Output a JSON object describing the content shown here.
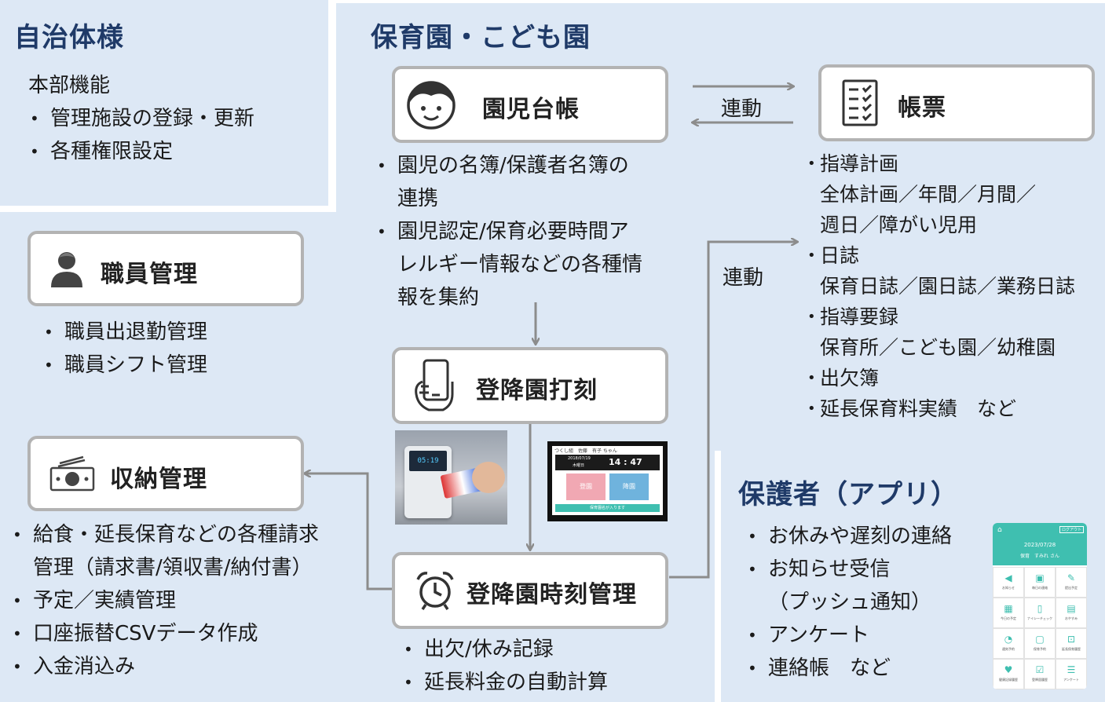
{
  "municipality": {
    "heading": "自治体様",
    "subheading": "本部機能",
    "items": [
      "管理施設の登録・更新",
      "各種権限設定"
    ]
  },
  "nursery": {
    "heading": "保育園・こども園"
  },
  "staff": {
    "title": "職員管理",
    "items": [
      "職員出退勤管理",
      "職員シフト管理"
    ]
  },
  "billing": {
    "title": "収納管理",
    "items": [
      {
        "lines": [
          "給食・延長保育などの各種請求",
          "管理（請求書/領収書/納付書）"
        ]
      },
      {
        "lines": [
          "予定／実績管理"
        ]
      },
      {
        "lines": [
          "口座振替CSVデータ作成"
        ]
      },
      {
        "lines": [
          "入金消込み"
        ]
      }
    ]
  },
  "roster": {
    "title": "園児台帳",
    "items": [
      {
        "lines": [
          "園児の名簿/保護者名簿の",
          "連携"
        ]
      },
      {
        "lines": [
          "園児認定/保育必要時間ア",
          "レルギー情報などの各種情",
          "報を集約"
        ]
      }
    ]
  },
  "checkin": {
    "title": "登降園打刻"
  },
  "time_mgmt": {
    "title": "登降園時刻管理",
    "items": [
      "出欠/休み記録",
      "延長料金の自動計算"
    ]
  },
  "forms": {
    "title": "帳票",
    "items": [
      {
        "head": "指導計画",
        "details": [
          "全体計画／年間／月間／",
          "週日／障がい児用"
        ]
      },
      {
        "head": "日誌",
        "details": [
          "保育日誌／園日誌／業務日誌"
        ]
      },
      {
        "head": "指導要録",
        "details": [
          "保育所／こども園／幼稚園"
        ]
      },
      {
        "head": "出欠簿",
        "details": []
      },
      {
        "head": "延長保育料実績　など",
        "details": []
      }
    ]
  },
  "links": {
    "roster_forms": "連動",
    "time_forms": "連動"
  },
  "tablet_screen": {
    "header": "つくし組　佐藤　有子 ちゃん",
    "date": "2018/07/19",
    "sub": "木曜日",
    "time": "14 : 47",
    "in_button": "登園",
    "out_button": "降園",
    "footer": "保育園名が入ります"
  },
  "card_reader": {
    "display_time": "05:19"
  },
  "guardian": {
    "heading": "保護者（アプリ）",
    "items": [
      {
        "lines": [
          "お休みや遅刻の連絡"
        ]
      },
      {
        "lines": [
          "お知らせ受信",
          "（プッシュ通知）"
        ]
      },
      {
        "lines": [
          "アンケート"
        ]
      },
      {
        "lines": [
          "連絡帳　など"
        ]
      }
    ]
  },
  "app_screen": {
    "logout": "ログアウト",
    "date": "2023/07/28",
    "user": "保育　すみれ さん",
    "tiles": [
      "お知らせ",
      "毎日の連絡",
      "提出予定",
      "今日の予定",
      "ナイシーチェック",
      "おやすみ",
      "遅刻予約",
      "保育予約",
      "延長保育履歴",
      "健康記録履歴",
      "登降園履歴",
      "アンケート"
    ]
  },
  "colors": {
    "panel_bg": "#dde8f5",
    "heading_navy": "#1f3a68",
    "box_border": "#b3b3b3",
    "connector": "#8c8c8c",
    "app_teal": "#3fbfb0"
  }
}
